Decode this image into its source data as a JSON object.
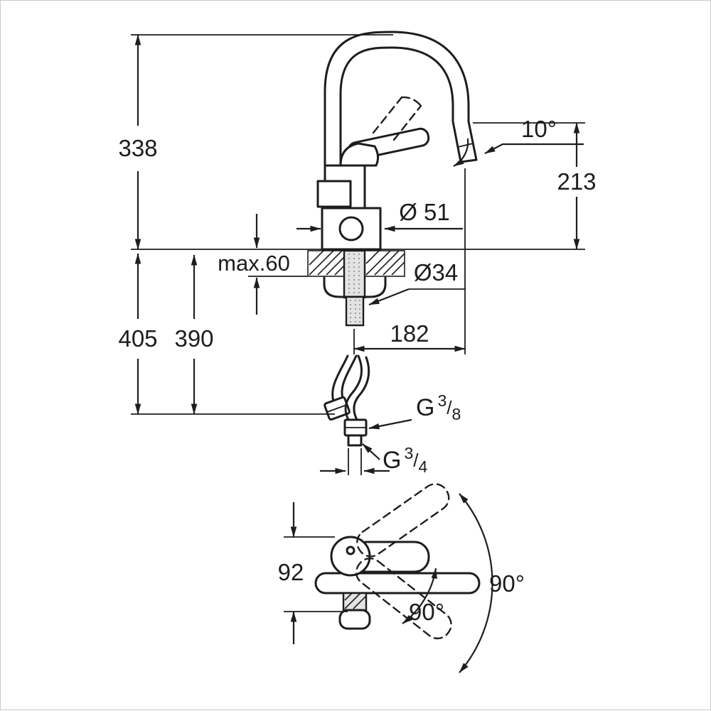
{
  "drawing": {
    "description": "Single-lever kitchen mixer faucet technical dimensional drawing with side elevation and plan view",
    "stroke_color": "#1d1d1d",
    "background": "#ffffff",
    "side_view": {
      "overall_height": "338",
      "spout_tilt_angle": "10°",
      "outlet_height": "213",
      "base_diameter": "Ø 51",
      "max_counter_thickness": "max.60",
      "mounting_hole_diameter": "Ø34",
      "total_below_height": "405",
      "hose_length": "390",
      "spout_projection": "182",
      "hose_thread": {
        "prefix": "G",
        "numerator": "3",
        "slash": "/",
        "denominator": "8"
      },
      "supply_thread": {
        "prefix": "G",
        "numerator": "3",
        "slash": "/",
        "denominator": "4"
      }
    },
    "plan_view": {
      "body_depth": "92",
      "spout_swivel_angle": "90°",
      "handle_swivel_angle": "90°"
    }
  }
}
